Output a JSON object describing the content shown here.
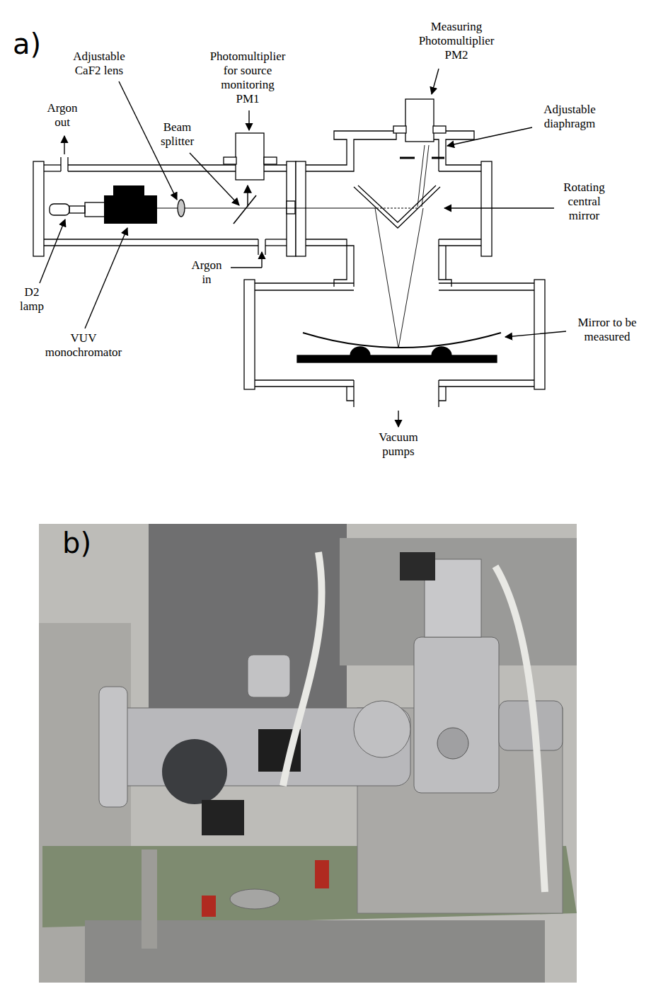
{
  "diagram": {
    "labels": [
      "a)",
      "Measuring Photomultiplier PM2",
      "Adjustable CaF2 lens",
      "Photomultiplier for source monitoring PM1",
      "Argon out",
      "Adjustable diaphragm",
      "Beam splitter",
      "Rotating central mirror",
      "Argon in",
      "D2 lamp",
      "VUV monochromator",
      "Mirror to be measured",
      "Vacuum pumps",
      "b)"
    ]
  }
}
